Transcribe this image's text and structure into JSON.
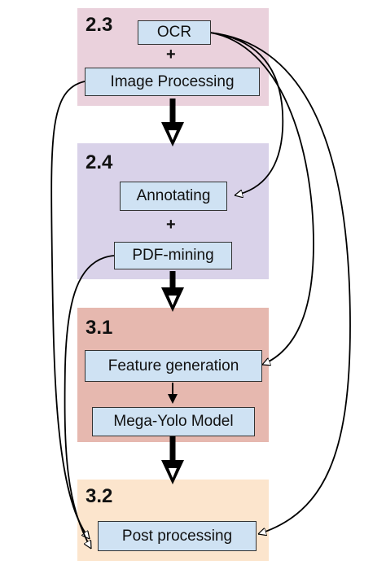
{
  "sections": {
    "s23": {
      "label": "2.3",
      "color": "#ead1dc"
    },
    "s24": {
      "label": "2.4",
      "color": "#d9d2e9"
    },
    "s31": {
      "label": "3.1",
      "color": "#e6b8af"
    },
    "s32": {
      "label": "3.2",
      "color": "#fce5cd"
    }
  },
  "nodes": {
    "ocr": "OCR",
    "image_processing": "Image Processing",
    "annotating": "Annotating",
    "pdf_mining": "PDF-mining",
    "feature_generation": "Feature generation",
    "mega_yolo": "Mega-Yolo Model",
    "post_processing": "Post processing"
  },
  "symbols": {
    "plus": "+"
  },
  "edges": [
    {
      "from": "OCR",
      "to": "Annotating"
    },
    {
      "from": "OCR",
      "to": "Feature generation"
    },
    {
      "from": "OCR",
      "to": "Post processing"
    },
    {
      "from": "Image Processing",
      "to": "Post processing"
    },
    {
      "from": "PDF-mining",
      "to": "Post processing"
    },
    {
      "from": "Feature generation",
      "to": "Mega-Yolo Model"
    },
    {
      "from": "2.3",
      "to": "2.4"
    },
    {
      "from": "2.4",
      "to": "3.1"
    },
    {
      "from": "3.1",
      "to": "3.2"
    }
  ],
  "colors": {
    "node_fill": "#cfe2f3",
    "line": "#000000"
  }
}
